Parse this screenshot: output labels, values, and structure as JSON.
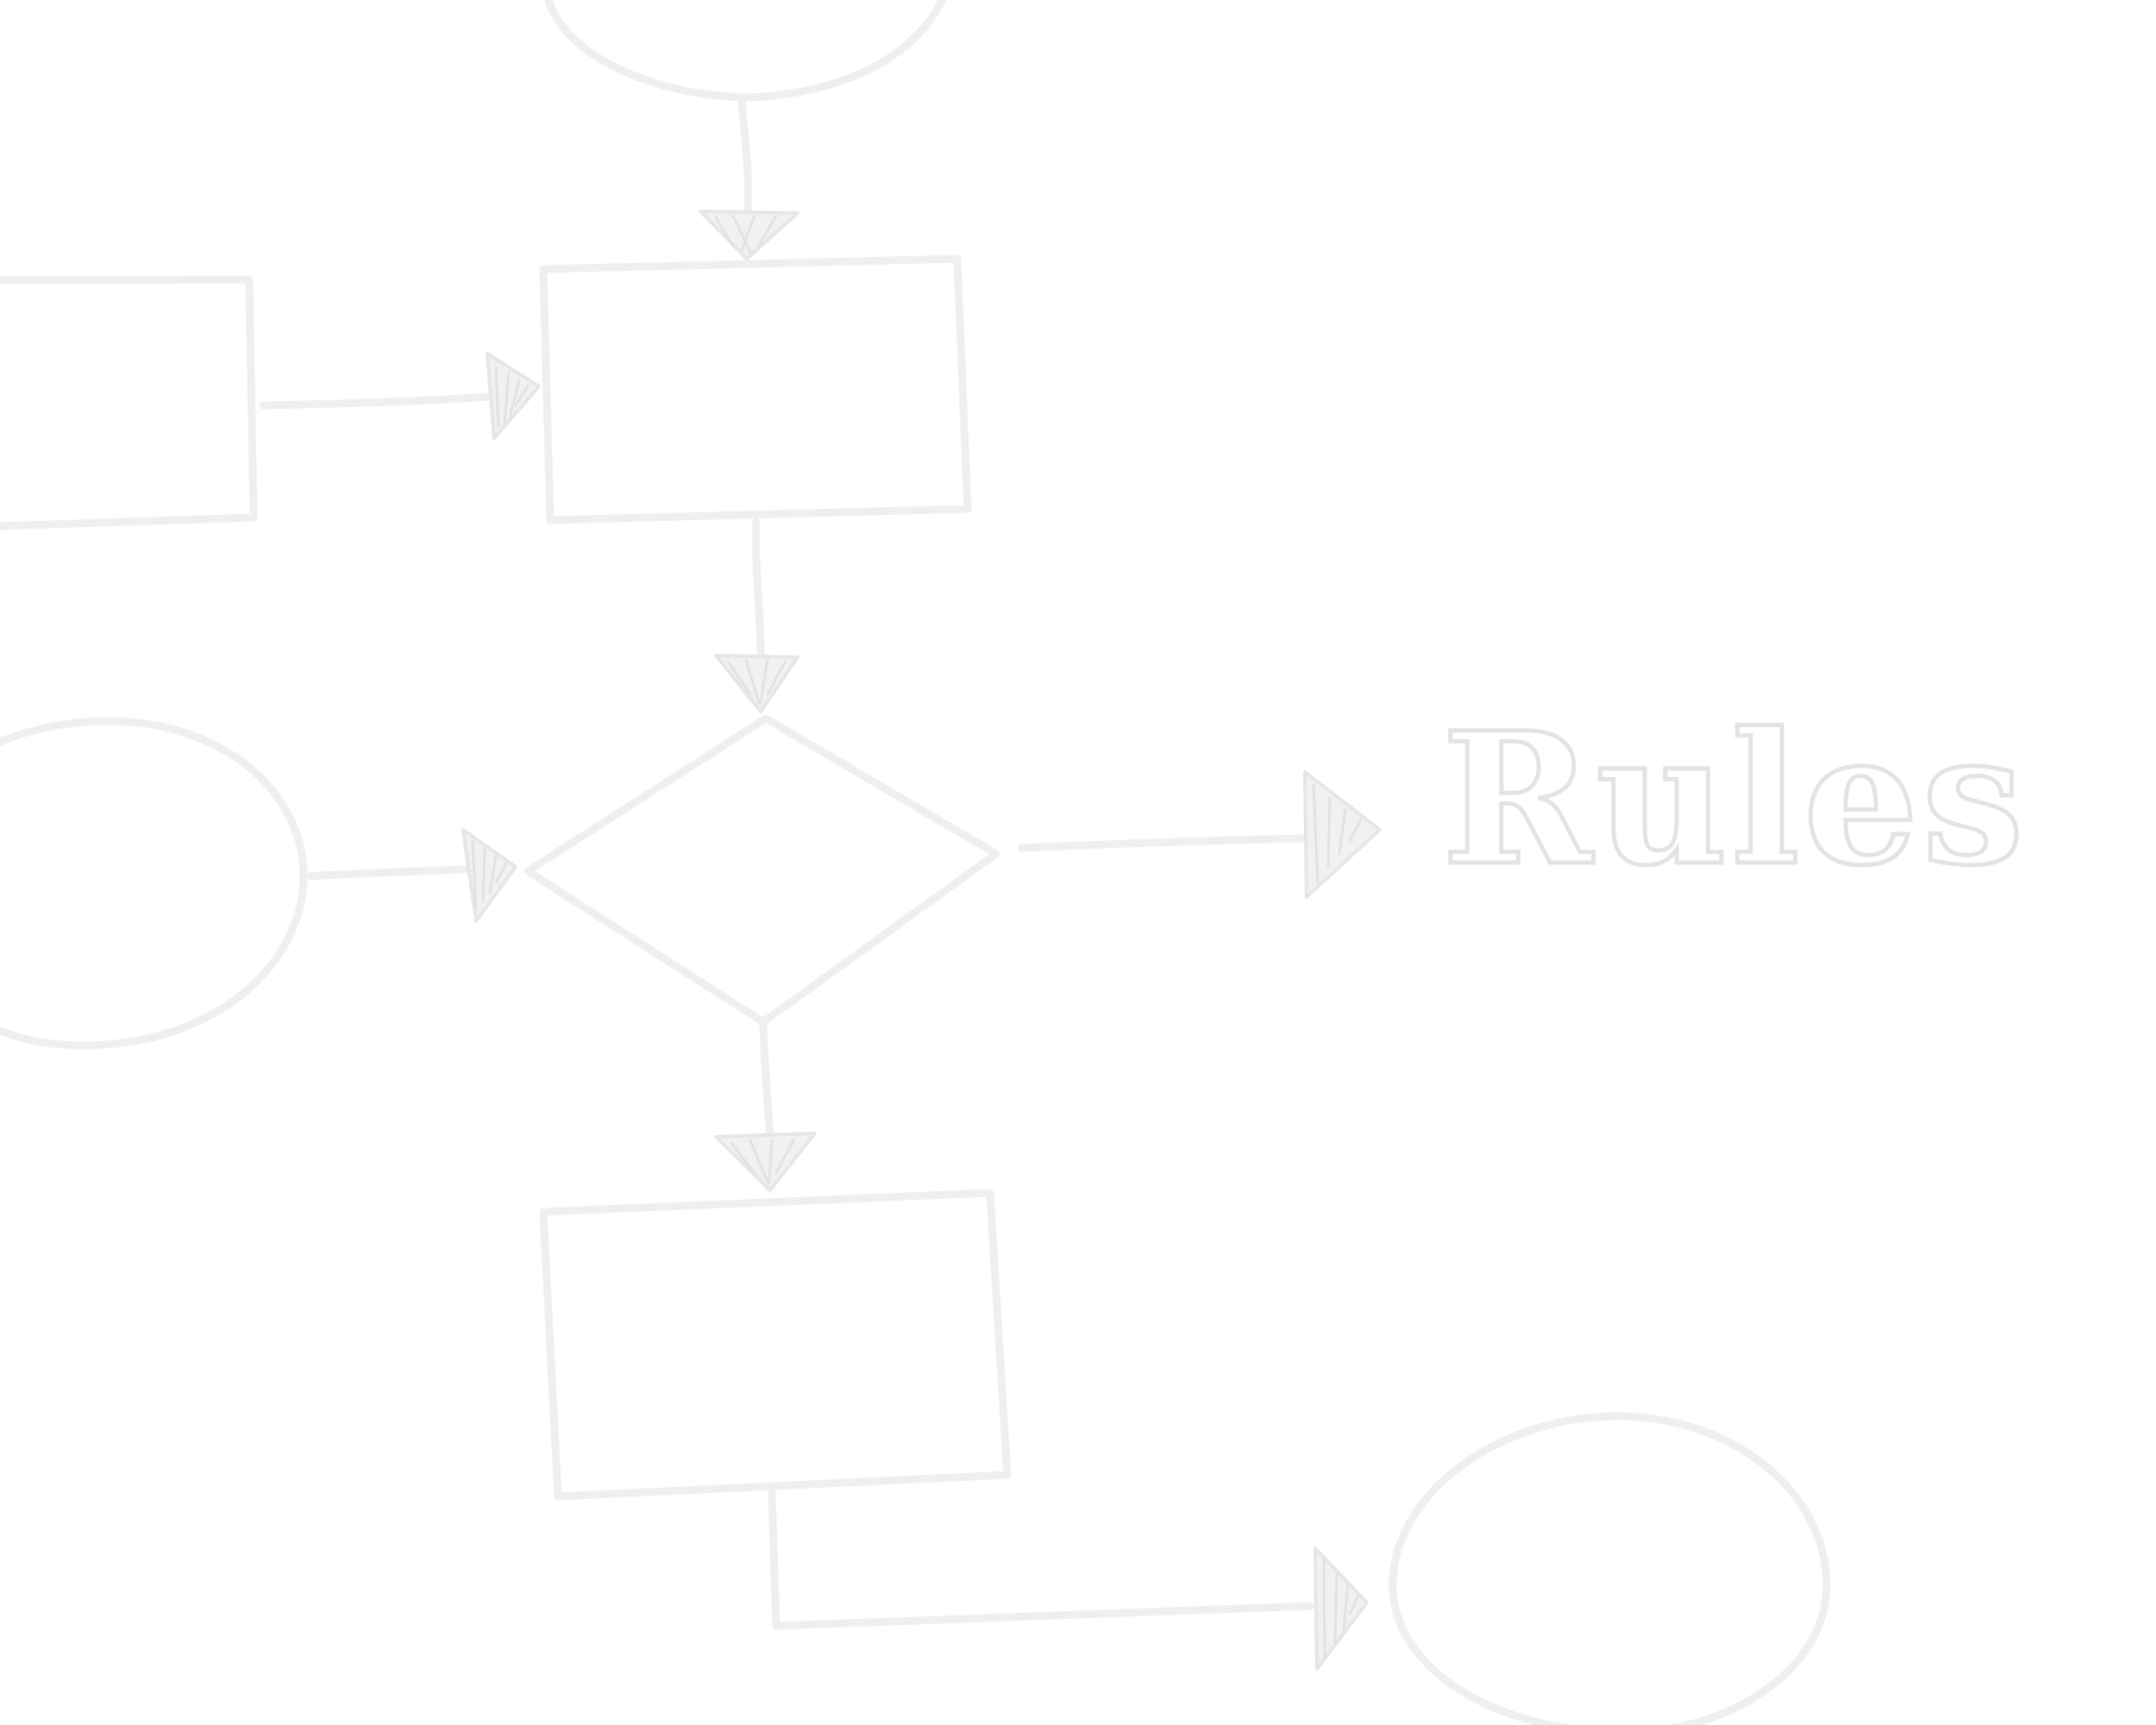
{
  "diagram": {
    "type": "flowchart",
    "style": "sketch",
    "stroke_color": "#efefef",
    "shapes": [
      {
        "id": "terminator-top",
        "kind": "ellipse"
      },
      {
        "id": "process-main",
        "kind": "rectangle"
      },
      {
        "id": "process-left",
        "kind": "rectangle"
      },
      {
        "id": "terminator-left",
        "kind": "ellipse"
      },
      {
        "id": "decision",
        "kind": "diamond"
      },
      {
        "id": "process-bottom",
        "kind": "rectangle"
      },
      {
        "id": "terminator-bottom-right",
        "kind": "ellipse"
      }
    ],
    "connectors": [
      {
        "from": "terminator-top",
        "to": "process-main"
      },
      {
        "from": "process-left",
        "to": "process-main"
      },
      {
        "from": "process-main",
        "to": "decision"
      },
      {
        "from": "terminator-left",
        "to": "decision"
      },
      {
        "from": "decision",
        "to": "rules-label"
      },
      {
        "from": "decision",
        "to": "process-bottom"
      },
      {
        "from": "process-bottom",
        "to": "terminator-bottom-right"
      }
    ],
    "label": "Rules"
  }
}
